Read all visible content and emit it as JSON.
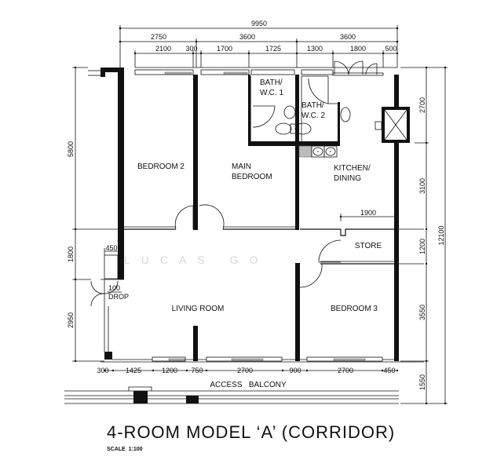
{
  "title": "4-ROOM MODEL ‘A’ (CORRIDOR)",
  "scale": "SCALE  1:100",
  "watermark": "LUCAS GO",
  "rooms": {
    "bedroom2": "BEDROOM 2",
    "main_bedroom_line1": "MAIN",
    "main_bedroom_line2": "BEDROOM",
    "bath1_line1": "BATH/",
    "bath1_line2": "W.C. 1",
    "bath2_line1": "BATH/",
    "bath2_line2": "W.C. 2",
    "kitchen_line1": "KITCHEN/",
    "kitchen_line2": "DINING",
    "store": "STORE",
    "living_room": "LIVING ROOM",
    "bedroom3": "BEDROOM 3",
    "access_balcony": "ACCESS   BALCONY",
    "drop_value": "100",
    "drop_label": "DROP"
  },
  "dimensions": {
    "top_overall": "9950",
    "top_row2": [
      "2750",
      "3600",
      "3600"
    ],
    "top_row3": [
      "2100",
      "300",
      "1700",
      "1725",
      "1300",
      "1800",
      "500"
    ],
    "bottom_row": [
      "300",
      "1425",
      "1200",
      "750",
      "2700",
      "900",
      "2700",
      "450"
    ],
    "left": [
      "5800",
      "1800",
      "2950"
    ],
    "right": [
      "2700",
      "3100",
      "1200",
      "3550",
      "1550"
    ],
    "right_overall": "12100",
    "store_width": "1900",
    "left_small": "450"
  }
}
